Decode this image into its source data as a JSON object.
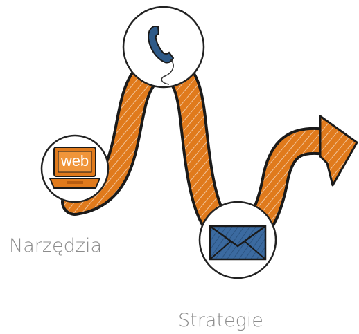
{
  "labels": {
    "tools": "Narzędzia",
    "strategy": "Strategie",
    "laptop_screen": "web"
  },
  "icons": {
    "laptop": "laptop-icon",
    "phone": "phone-handset-icon",
    "envelope": "envelope-icon",
    "arrow": "winding-arrow-icon"
  },
  "colors": {
    "arrow_fill": "#e07a1c",
    "arrow_outline": "#1a1a1a",
    "laptop": "#e07a1c",
    "phone": "#2e5a88",
    "envelope": "#3b6aa0",
    "circle_fill": "#ffffff",
    "circle_stroke": "#222222",
    "caption_text": "#8c8c8c"
  }
}
